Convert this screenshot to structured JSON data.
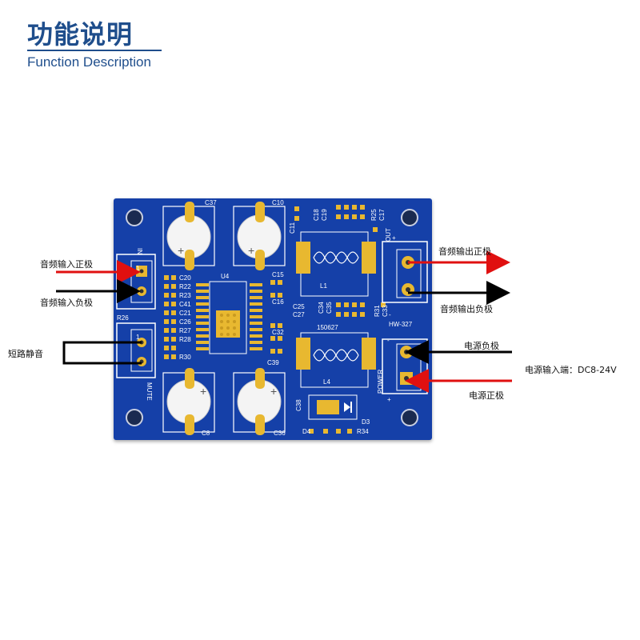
{
  "header": {
    "title": "功能说明",
    "subtitle": "Function Description"
  },
  "board": {
    "model": "HW-327",
    "code": "150627",
    "ic": "U4",
    "inductors": [
      "L1",
      "L4"
    ],
    "capacitors_large": [
      "C37",
      "C10",
      "C8",
      "C36"
    ],
    "side_labels": {
      "in": "IN",
      "mute": "MUTE",
      "out": "OUT",
      "power": "POWER"
    },
    "resistor_column": [
      "C20",
      "R22",
      "R23",
      "C41",
      "C21",
      "C26",
      "R27",
      "R28",
      "R30"
    ],
    "small_labels": [
      "C18",
      "C19",
      "R25",
      "C17",
      "C11",
      "C15",
      "C16",
      "C25",
      "C27",
      "C34",
      "C35",
      "R31",
      "C33",
      "C32",
      "C39",
      "C38",
      "D3",
      "D4",
      "R34",
      "R26"
    ],
    "pin_marks": [
      "1",
      "1"
    ],
    "polarity": [
      "+",
      "-",
      "-",
      "+"
    ]
  },
  "annotations": {
    "audio_in_pos": "音频输入正极",
    "audio_in_neg": "音频输入负极",
    "mute_short": "短路静音",
    "audio_out_pos": "音频输出正极",
    "audio_out_neg": "音频输出负极",
    "power_neg": "电源负极",
    "power_in": "电源输入端：DC8-24V",
    "power_pos": "电源正极"
  },
  "colors": {
    "board": "#1540a8",
    "pad": "#e8b830",
    "positive_arrow": "#e01010",
    "negative_arrow": "#000000",
    "heading": "#1f4e8c"
  }
}
